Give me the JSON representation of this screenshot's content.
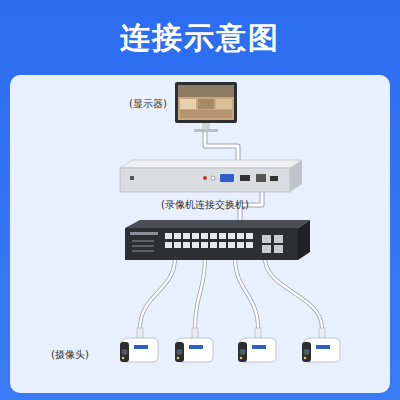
{
  "diagram": {
    "title": "连接示意图",
    "labels": [
      "(显示器)",
      "(录像机连接交换机)",
      "(摄像头)"
    ]
  }
}
